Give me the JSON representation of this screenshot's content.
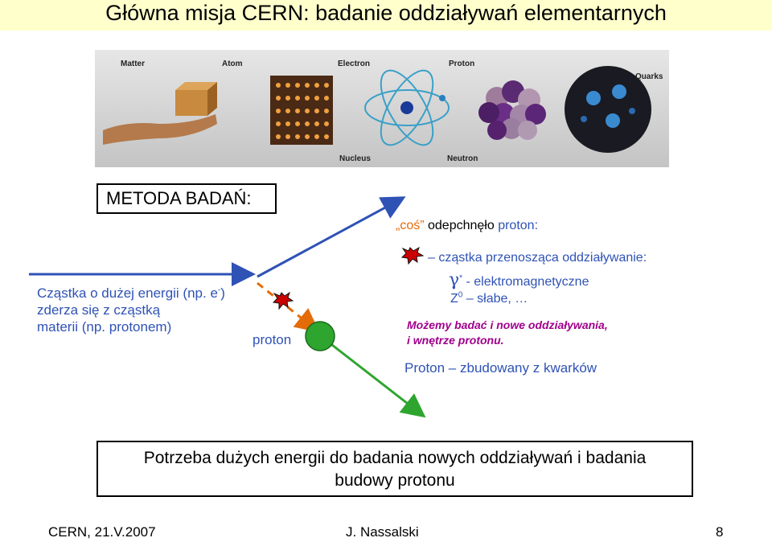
{
  "title": "Główna misja CERN: badanie oddziaływań elementarnych",
  "picture": {
    "labels": [
      "Matter",
      "Atom",
      "Electron",
      "Proton",
      "Quarks",
      "Nucleus",
      "Neutron"
    ]
  },
  "metoda": "METODA BADAŃ:",
  "description": {
    "line1": "Cząstka o dużej energii (np. e",
    "sup": "-",
    "line1_end": ")",
    "line2": "zderza się z cząstką",
    "line3": "materii (np. protonem)"
  },
  "proton_label": "proton",
  "cos": {
    "quoted": "„coś”",
    "middle": " odepchnęło ",
    "proton": "proton:"
  },
  "carrier": "– cząstka przenosząca oddziaływanie:",
  "gamma": {
    "symbol": "γ",
    "star": "*",
    "text": " - elektromagnetyczne"
  },
  "z_line": {
    "z": "Z",
    "zero": "0",
    "text": " – słabe, …"
  },
  "mozemy": {
    "line1": "Możemy badać i nowe oddziaływania,",
    "line2": "i wnętrze protonu."
  },
  "quarks": "Proton – zbudowany z kwarków",
  "bottom": {
    "line1": "Potrzeba dużych energii do badania nowych oddziaływań i badania",
    "line2": "budowy protonu"
  },
  "footer": {
    "left": "CERN, 21.V.2007",
    "center": "J. Nassalski",
    "right": "8"
  },
  "colors": {
    "blue": "#2f52b5",
    "green": "#2ea52e",
    "orange": "#e36c09",
    "red": "#cc0000",
    "magenta": "#a0008c"
  }
}
